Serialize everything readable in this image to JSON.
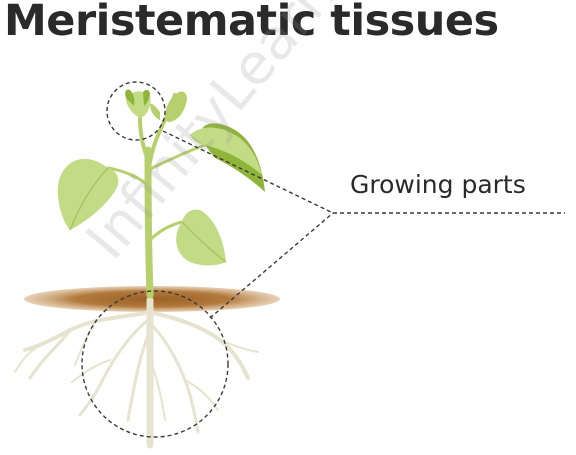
{
  "title": "Meristematic tissues",
  "label": "Growing parts",
  "watermark": "InfinityLearn.com",
  "colors": {
    "leaf_light": "#c2dc86",
    "leaf_dark": "#8fb43a",
    "stem": "#b5d06d",
    "soil": "#a56a2c",
    "root": "#e7e4d2",
    "text": "#2a2a2a"
  },
  "icons": [
    "plant-illustration",
    "shoot-tip-circle",
    "root-tip-circle"
  ]
}
